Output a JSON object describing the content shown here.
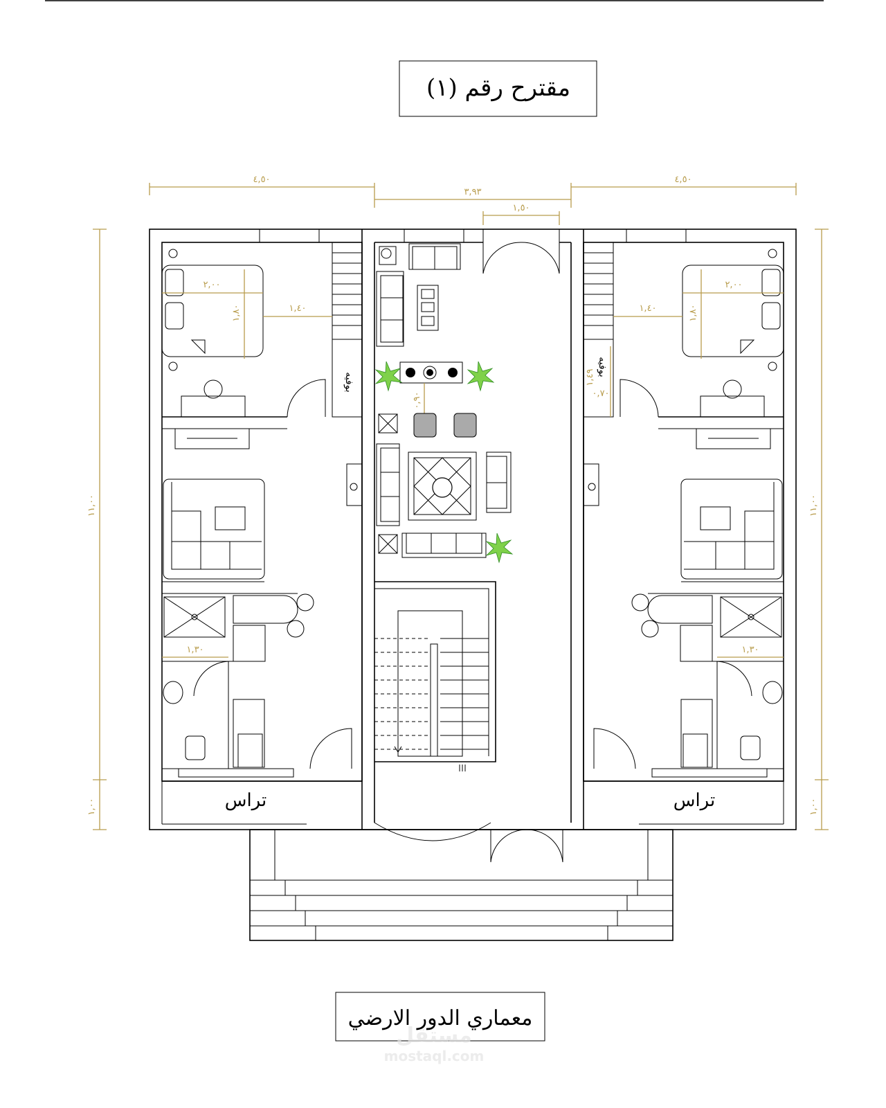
{
  "title": "مقترح رقم (١)",
  "subtitle": "معماري الدور الارضي",
  "watermark": {
    "logo": "مستقل",
    "url": "mostaql.com"
  },
  "rooms": {
    "terrace_left": "تراس",
    "terrace_right": "تراس",
    "buffet_left": "بوفيه",
    "buffet_right": "بوفيه"
  },
  "dimensions": {
    "left_unit_width": "٤,٥٠",
    "center_width": "٣,٩٣",
    "right_unit_width": "٤,٥٠",
    "entrance_door": "١,٥٠",
    "bed_left_width": "٢,٠٠",
    "bed_left_length": "١,٨٠",
    "bed_left_clear": "١,٤٠",
    "bed_right_width": "٢,٠٠",
    "bed_right_length": "١,٨٠",
    "bed_right_clear": "١,٤٠",
    "bath_left": "١,٣٠",
    "bath_right": "١,٣٠",
    "buffet_right_len": "١,٤٩",
    "buffet_right_depth": "٠,٧٠",
    "tv_clear": "٠,٩٠",
    "height_left_main": "١١,٠٠",
    "height_left_terrace": "١,٠٠",
    "height_right_main": "١١,٠٠",
    "height_right_terrace": "١,٠٠"
  },
  "colors": {
    "dimension": "#b89c4c",
    "walls": "#000000",
    "plants": "#7fd14a"
  }
}
